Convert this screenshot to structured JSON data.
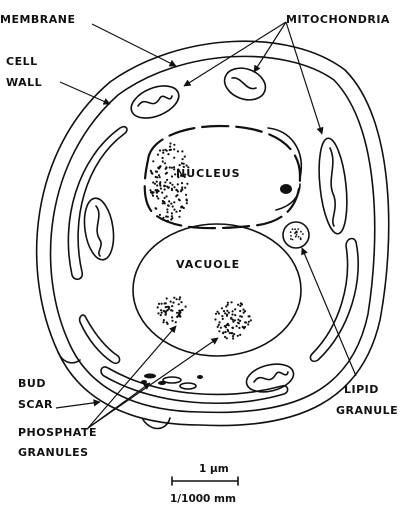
{
  "labels": {
    "membrane": "MEMBRANE",
    "mitochondria": "MITOCHONDRIA",
    "cell_wall_line1": "CELL",
    "cell_wall_line2": "WALL",
    "nucleus": "NUCLEUS",
    "vacuole": "VACUOLE",
    "lipid_line1": "LIPID",
    "lipid_line2": "GRANULE",
    "bud_line1": "BUD",
    "bud_line2": "SCAR",
    "phosphate_line1": "PHOSPHATE",
    "phosphate_line2": "GRANULES"
  },
  "scale_bar": {
    "top_label": "1 µm",
    "bottom_label": "1/1000 mm"
  },
  "colors": {
    "ink": "#111111",
    "background": "#ffffff"
  }
}
